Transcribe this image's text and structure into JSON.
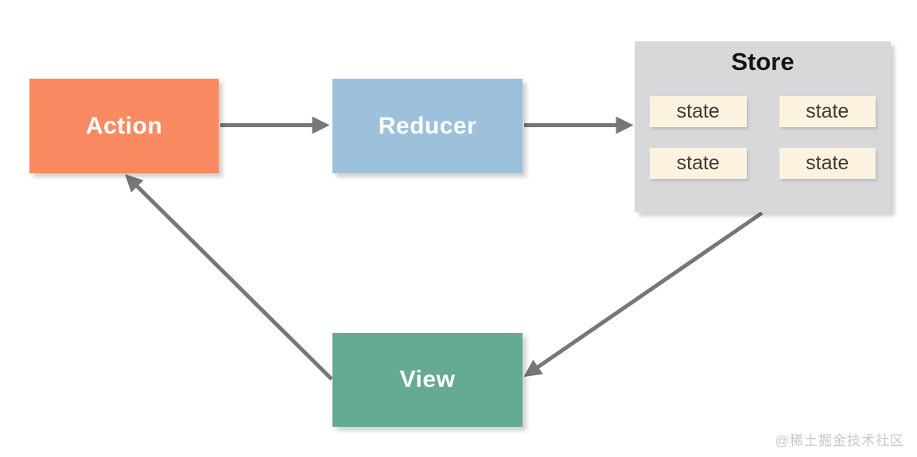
{
  "diagram_type": "flow-diagram (Redux data flow)",
  "nodes": {
    "action": {
      "label": "Action",
      "color": "#FA8A62"
    },
    "reducer": {
      "label": "Reducer",
      "color": "#9DC1DB"
    },
    "store": {
      "label": "Store",
      "color": "#D8D8DA",
      "state_color": "#FBF3E0",
      "states": [
        "state",
        "state",
        "state",
        "state"
      ]
    },
    "view": {
      "label": "View",
      "color": "#65AA93"
    }
  },
  "edges": [
    {
      "from": "Action",
      "to": "Reducer"
    },
    {
      "from": "Reducer",
      "to": "Store"
    },
    {
      "from": "Store",
      "to": "View"
    },
    {
      "from": "View",
      "to": "Action"
    }
  ],
  "arrow_color": "#76777A",
  "watermark": "@稀土掘金技术社区"
}
